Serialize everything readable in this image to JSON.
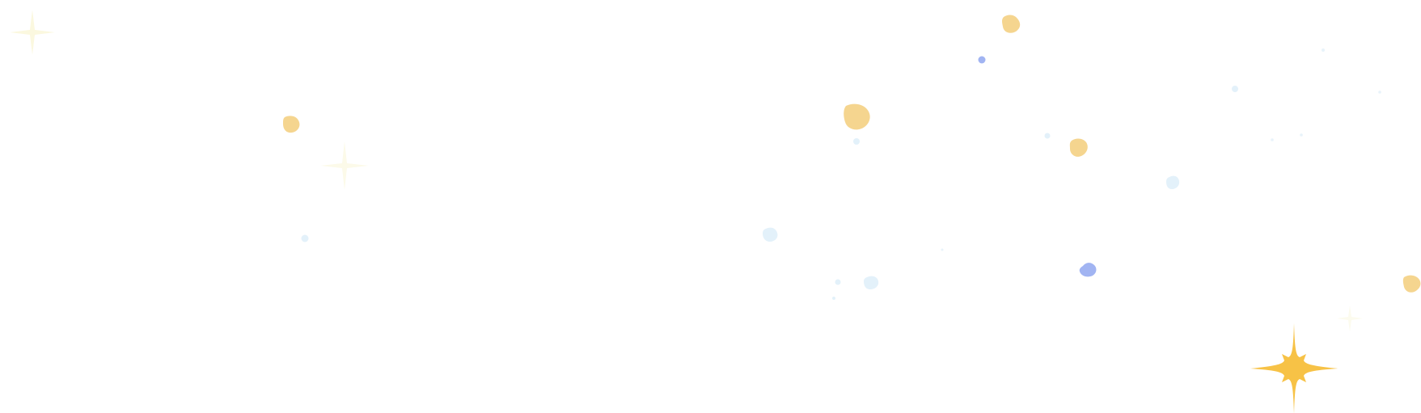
{
  "scene": {
    "background": "#ffffff",
    "colors": {
      "gold": "#f5d58f",
      "gold_star": "#f7c246",
      "periwinkle": "#a1b4f2",
      "pale_blue": "#e3f1fa",
      "faint_yellow": "#fbf8df"
    },
    "elements": [
      "sparkle-star-large",
      "faint-sparkles",
      "gold-dots",
      "blue-dots",
      "pale-blue-dots"
    ]
  }
}
